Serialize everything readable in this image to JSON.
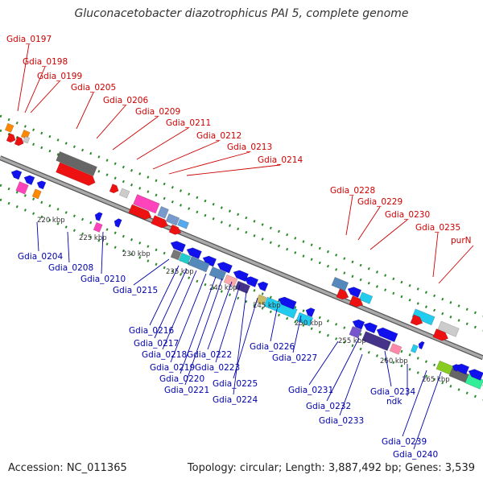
{
  "title": "Gluconacetobacter diazotrophicus PAI 5, complete genome",
  "footer": {
    "accession": "Accession: NC_011365",
    "info": "Topology: circular; Length: 3,887,492 bp; Genes: 3,539"
  },
  "colors": {
    "forward_gene": "#ee1111",
    "reverse_gene": "#1111ee",
    "backbone": "#888888",
    "tick": "#2a8a2a",
    "label_forward": "#cc0000",
    "label_reverse": "#0000aa"
  },
  "scale_labels": [
    "220 kbp",
    "225 kbp",
    "230 kbp",
    "235 kbp",
    "240 kbp",
    "245 kbp",
    "250 kbp",
    "255 kbp",
    "260 kbp",
    "265 kbp"
  ],
  "top_labels": [
    "Gdia_0197",
    "Gdia_0198",
    "Gdia_0199",
    "Gdia_0205",
    "Gdia_0206",
    "Gdia_0209",
    "Gdia_0211",
    "Gdia_0212",
    "Gdia_0213",
    "Gdia_0214",
    "Gdia_0228",
    "Gdia_0229",
    "Gdia_0230",
    "Gdia_0235",
    "purN"
  ],
  "bottom_labels": [
    "Gdia_0204",
    "Gdia_0208",
    "Gdia_0210",
    "Gdia_0215",
    "Gdia_0216",
    "Gdia_0217",
    "Gdia_0218",
    "Gdia_0219",
    "Gdia_0220",
    "Gdia_0221",
    "Gdia_0222",
    "Gdia_0223",
    "Gdia_0224",
    "Gdia_0225",
    "Gdia_0226",
    "Gdia_0227",
    "Gdia_0231",
    "Gdia_0232",
    "Gdia_0233",
    "Gdia_0234",
    "ndk",
    "Gdia_0239",
    "Gdia_0240"
  ]
}
